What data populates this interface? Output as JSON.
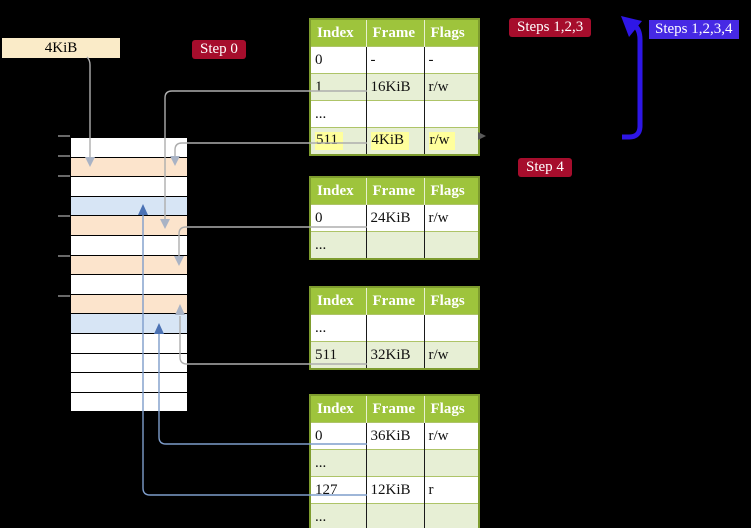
{
  "diagram": {
    "page_size_label": "4KiB",
    "step_labels": {
      "step0": "Step 0",
      "steps_123": "Steps 1,2,3",
      "steps_1234": "Steps 1,2,3,4",
      "step4": "Step 4"
    }
  },
  "memory_column": {
    "rows": [
      {
        "fill": "white"
      },
      {
        "fill": "orange"
      },
      {
        "fill": "white"
      },
      {
        "fill": "blue"
      },
      {
        "fill": "orange"
      },
      {
        "fill": "white"
      },
      {
        "fill": "orange"
      },
      {
        "fill": "white"
      },
      {
        "fill": "orange"
      },
      {
        "fill": "blue"
      },
      {
        "fill": "white"
      },
      {
        "fill": "white"
      },
      {
        "fill": "white"
      },
      {
        "fill": "white"
      }
    ]
  },
  "page_tables": [
    {
      "name": "page-table-top",
      "headers": [
        "Index",
        "Frame",
        "Flags"
      ],
      "rows": [
        {
          "cells": [
            "0",
            "-",
            "-"
          ],
          "highlight": false
        },
        {
          "cells": [
            "1",
            "16KiB",
            "r/w"
          ],
          "highlight": false
        },
        {
          "cells": [
            "...",
            "",
            ""
          ],
          "highlight": false
        },
        {
          "cells": [
            "511",
            "4KiB",
            "r/w"
          ],
          "highlight": true
        }
      ]
    },
    {
      "name": "page-table-second",
      "headers": [
        "Index",
        "Frame",
        "Flags"
      ],
      "rows": [
        {
          "cells": [
            "0",
            "24KiB",
            "r/w"
          ],
          "highlight": false
        },
        {
          "cells": [
            "...",
            "",
            ""
          ],
          "highlight": false
        }
      ]
    },
    {
      "name": "page-table-third",
      "headers": [
        "Index",
        "Frame",
        "Flags"
      ],
      "rows": [
        {
          "cells": [
            "...",
            "",
            ""
          ],
          "highlight": false
        },
        {
          "cells": [
            "511",
            "32KiB",
            "r/w"
          ],
          "highlight": false
        }
      ]
    },
    {
      "name": "page-table-bottom",
      "headers": [
        "Index",
        "Frame",
        "Flags"
      ],
      "rows": [
        {
          "cells": [
            "0",
            "36KiB",
            "r/w"
          ],
          "highlight": false
        },
        {
          "cells": [
            "...",
            "",
            ""
          ],
          "highlight": false
        },
        {
          "cells": [
            "127",
            "12KiB",
            "r"
          ],
          "highlight": false
        },
        {
          "cells": [
            "...",
            "",
            ""
          ],
          "highlight": false
        }
      ]
    }
  ],
  "colors": {
    "background": "#000000",
    "table_header_green": "#9ec43c",
    "table_row_green": "#e7efd5",
    "table_border_green": "#7e9c2e",
    "memory_frame_orange": "#fce4cc",
    "memory_frame_blue": "#d7e5f5",
    "label_cream": "#faebc8",
    "step_label_red": "#a60d2c",
    "steps_label_blue": "#4629e4",
    "big_arrow_blue": "#2e16e6",
    "connector_gray": "#adadad",
    "connector_blue": "#7e9dcb",
    "highlight_yellow": "#ffff9c"
  }
}
